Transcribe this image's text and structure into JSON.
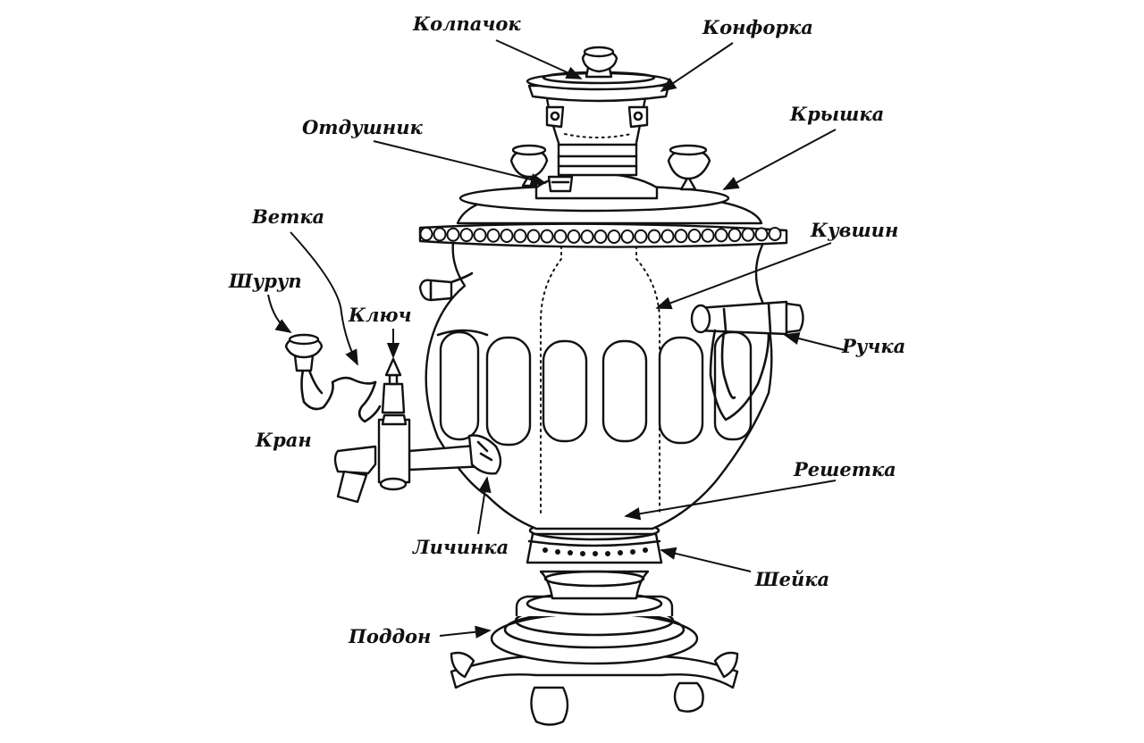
{
  "labels": {
    "kolpachok": "Колпачок",
    "konforka": "Конфорка",
    "otdushnik": "Отдушник",
    "kryshka": "Крышка",
    "vetka": "Ветка",
    "kuvshin": "Кувшин",
    "shurup": "Шуруп",
    "klyuch": "Ключ",
    "ruchka": "Ручка",
    "kran": "Кран",
    "reshetka": "Решетка",
    "lichinka": "Личинка",
    "sheyka": "Шейка",
    "poddon": "Поддон"
  },
  "colors": {
    "ink": "#111111",
    "paper": "#ffffff"
  }
}
